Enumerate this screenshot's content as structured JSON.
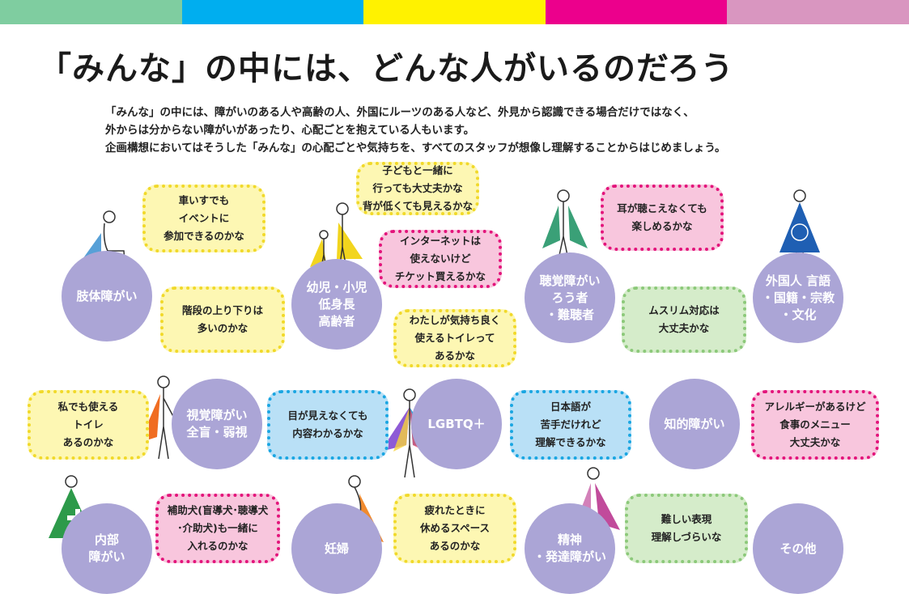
{
  "colors": {
    "stripes": [
      "#7fcda0",
      "#00aeef",
      "#fff200",
      "#ec008c",
      "#d996c0"
    ],
    "circle": "#aba5d6"
  },
  "title": "「みんな」の中には、どんな人がいるのだろう",
  "intro": [
    "「みんな」の中には、障がいのある人や高齢の人、外国にルーツのある人など、外見から認識できる場合だけではなく、",
    "外からは分からない障がいがあったり、心配ごとを抱えている人もいます。",
    "企画構想においてはそうした「みんな」の心配ごとや気持ちを、すべてのスタッフが想像し理解することからはじめましょう。"
  ],
  "circles": [
    {
      "id": "physical",
      "label": "肢体障がい"
    },
    {
      "id": "children",
      "label": "幼児・小児\n低身長\n高齢者"
    },
    {
      "id": "hearing",
      "label": "聴覚障がい\nろう者\n・難聴者"
    },
    {
      "id": "foreign",
      "label": "外国人 言語\n・国籍・宗教\n・文化"
    },
    {
      "id": "visual",
      "label": "視覚障がい\n全盲・弱視"
    },
    {
      "id": "lgbtq",
      "label": "LGBTQ＋"
    },
    {
      "id": "intellectual",
      "label": "知的障がい"
    },
    {
      "id": "internal",
      "label": "内部\n障がい"
    },
    {
      "id": "pregnant",
      "label": "妊婦"
    },
    {
      "id": "mental",
      "label": "精神\n・発達障がい"
    },
    {
      "id": "other",
      "label": "その他"
    }
  ],
  "bubbles": [
    {
      "id": "wheelchair",
      "text": "車いすでも\nイベントに\n参加できるのかな"
    },
    {
      "id": "child-together",
      "text": "子どもと一緒に\n行っても大丈夫かな\n背が低くても見えるかな"
    },
    {
      "id": "internet",
      "text": "インターネットは\n使えないけど\nチケット買えるかな"
    },
    {
      "id": "deaf",
      "text": "耳が聴こえなくても\n楽しめるかな"
    },
    {
      "id": "stairs",
      "text": "階段の上り下りは\n多いのかな"
    },
    {
      "id": "toilet-comfort",
      "text": "わたしが気持ち良く\n使えるトイレって\nあるかな"
    },
    {
      "id": "muslim",
      "text": "ムスリム対応は\n大丈夫かな"
    },
    {
      "id": "toilet-me",
      "text": "私でも使える\nトイレ\nあるのかな"
    },
    {
      "id": "blind",
      "text": "目が見えなくても\n内容わかるかな"
    },
    {
      "id": "japanese",
      "text": "日本語が\n苦手だけれど\n理解できるかな"
    },
    {
      "id": "allergy",
      "text": "アレルギーがあるけど\n食事のメニュー\n大丈夫かな"
    },
    {
      "id": "assist-dog",
      "text": "補助犬(盲導犬･聴導犬\n･介助犬)も一緒に\n入れるのかな"
    },
    {
      "id": "rest",
      "text": "疲れたときに\n休めるスペース\nあるのかな"
    },
    {
      "id": "difficult",
      "text": "難しい表現\n理解しづらいな"
    }
  ]
}
